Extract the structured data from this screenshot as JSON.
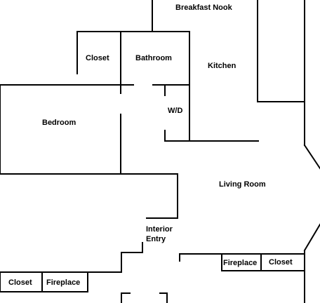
{
  "floorplan": {
    "rooms": {
      "breakfast_nook": "Breakfast Nook",
      "closet_upper": "Closet",
      "bathroom": "Bathroom",
      "kitchen": "Kitchen",
      "bedroom": "Bedroom",
      "wd": "W/D",
      "living_room": "Living Room",
      "interior_entry_line1": "Interior",
      "interior_entry_line2": "Entry",
      "fireplace_right": "Fireplace",
      "closet_right": "Closet",
      "closet_left": "Closet",
      "fireplace_left": "Fireplace"
    },
    "colors": {
      "wall": "#000000",
      "background": "#ffffff"
    }
  }
}
